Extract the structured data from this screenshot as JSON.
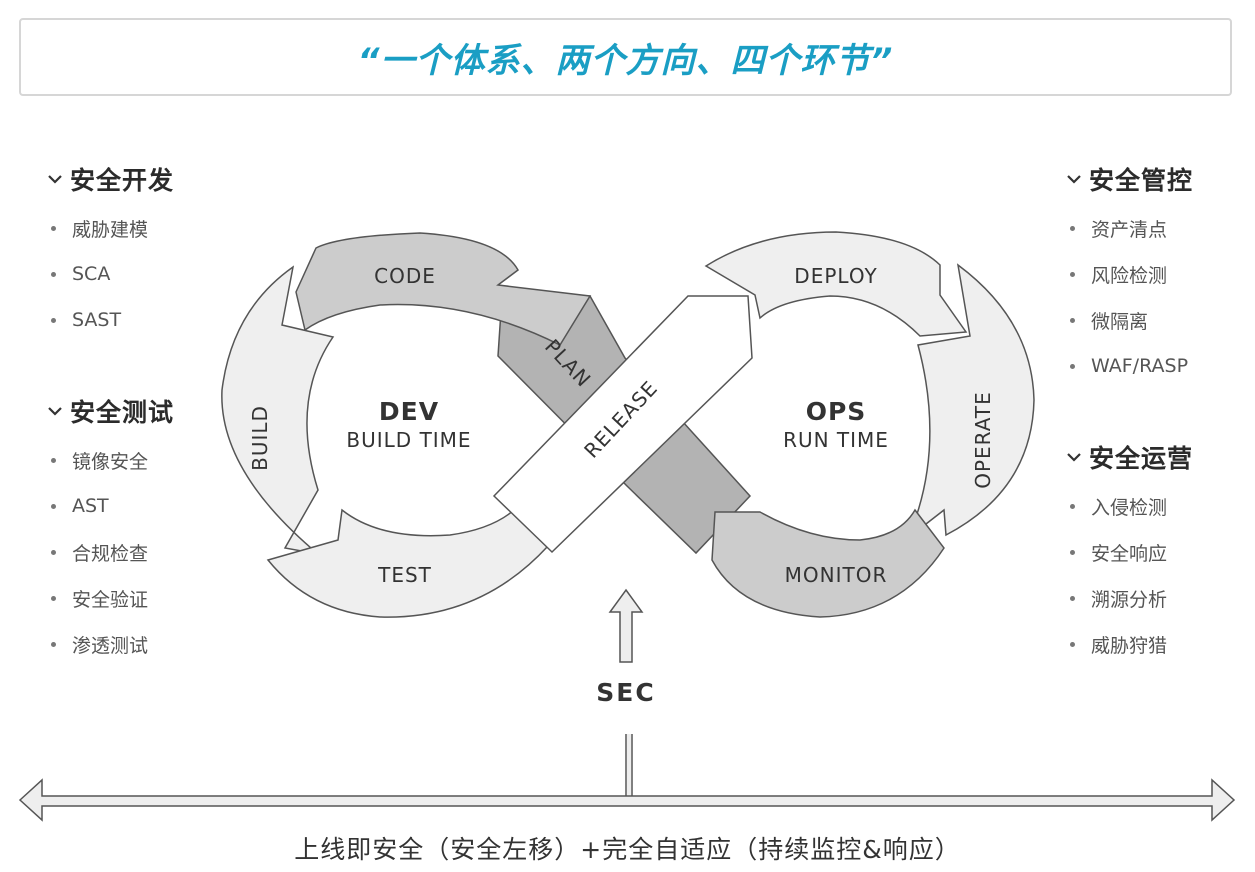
{
  "title": "“一个体系、两个方向、四个环节”",
  "left_sections": [
    {
      "title": "安全开发",
      "items": [
        "威胁建模",
        "SCA",
        "SAST"
      ]
    },
    {
      "title": "安全测试",
      "items": [
        "镜像安全",
        "AST",
        "合规检查",
        "安全验证",
        "渗透测试"
      ]
    }
  ],
  "right_sections": [
    {
      "title": "安全管控",
      "items": [
        "资产清点",
        "风险检测",
        "微隔离",
        "WAF/RASP"
      ]
    },
    {
      "title": "安全运营",
      "items": [
        "入侵检测",
        "安全响应",
        "溯源分析",
        "威胁狩猎"
      ]
    }
  ],
  "diagram": {
    "dev_title": "DEV",
    "dev_subtitle": "BUILD TIME",
    "ops_title": "OPS",
    "ops_subtitle": "RUN TIME",
    "stages": {
      "code": "CODE",
      "build": "BUILD",
      "test": "TEST",
      "plan": "PLAN",
      "release": "RELEASE",
      "deploy": "DEPLOY",
      "operate": "OPERATE",
      "monitor": "MONITOR"
    },
    "sec_label": "SEC"
  },
  "bottom_caption": "上线即安全（安全左移）+完全自适应（持续监控&响应）",
  "colors": {
    "accent": "#1a9ec4",
    "light_segment": "#efefef",
    "mid_segment": "#cccccc",
    "dark_segment": "#b3b3b3",
    "outline": "#555555"
  }
}
